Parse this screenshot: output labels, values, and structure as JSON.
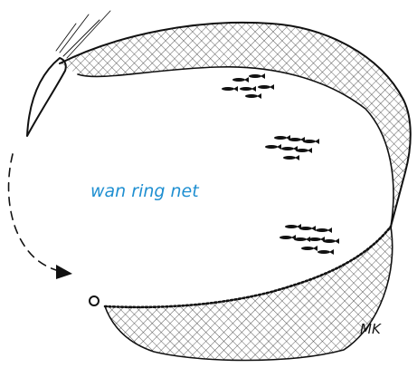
{
  "diagram": {
    "label": "wan ring net",
    "signature": "MK",
    "colors": {
      "label": "#1f8fd1",
      "ink": "#111111",
      "background": "#ffffff"
    },
    "fish_schools": [
      {
        "name": "fish-school-top",
        "count": 6
      },
      {
        "name": "fish-school-middle",
        "count": 7
      },
      {
        "name": "fish-school-bottom",
        "count": 9
      }
    ]
  }
}
